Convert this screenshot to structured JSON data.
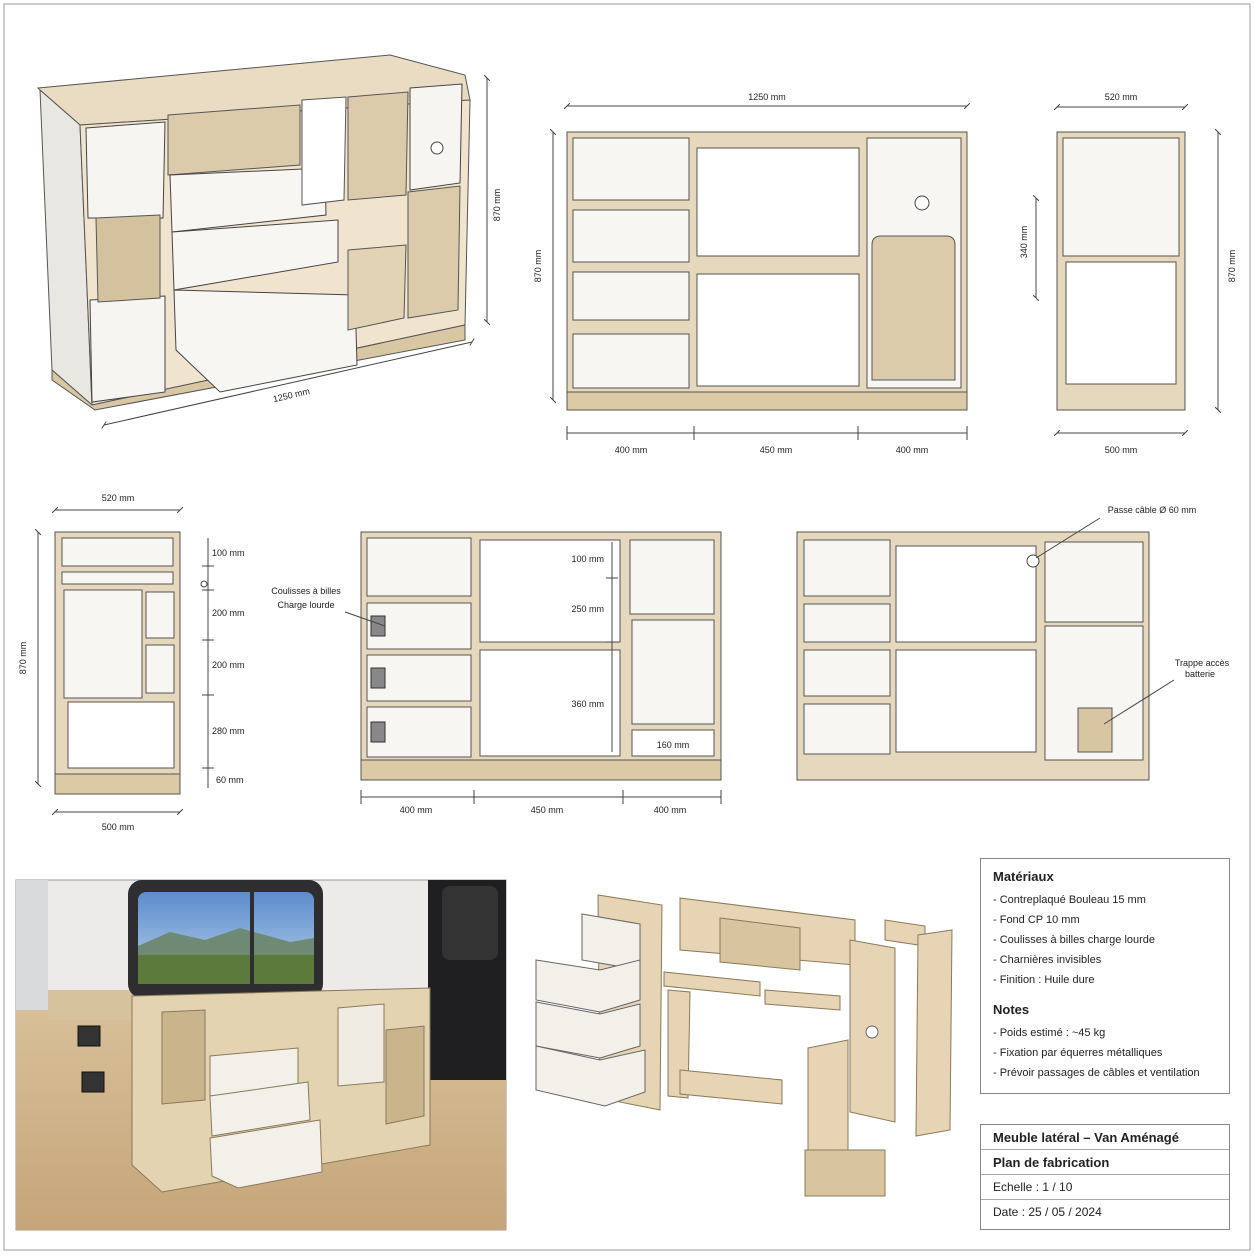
{
  "views": {
    "iso": {
      "width_dim": "1250 mm",
      "height_dim": "870 mm"
    },
    "front": {
      "width_dim": "1250 mm",
      "height_dim": "870 mm",
      "col1": "400 mm",
      "col2": "450 mm",
      "col3": "400 mm"
    },
    "side": {
      "depth_top": "520 mm",
      "height_dim": "870 mm",
      "inner_dim": "340 mm",
      "depth_bottom": "500 mm"
    },
    "section_side": {
      "depth_top": "520 mm",
      "height_dim": "870 mm",
      "depth_bottom": "500 mm",
      "d1": "100 mm",
      "d2": "200 mm",
      "d3": "200 mm",
      "d4": "280 mm",
      "d5": "60 mm"
    },
    "section_front": {
      "note_line1": "Coulisses à billes",
      "note_line2": "Charge lourde",
      "d1": "100 mm",
      "d2": "250 mm",
      "d3": "360 mm",
      "d4": "160 mm",
      "col1": "400 mm",
      "col2": "450 mm",
      "col3": "400 mm"
    },
    "back": {
      "cable_note": "Passe câble Ø 60 mm",
      "hatch_line1": "Trappe accès",
      "hatch_line2": "batterie"
    }
  },
  "materials": {
    "title": "Matériaux",
    "items": [
      "- Contreplaqué Bouleau 15 mm",
      "- Fond CP 10 mm",
      "- Coulisses à billes charge lourde",
      "- Charnières invisibles",
      "- Finition : Huile dure"
    ]
  },
  "notes": {
    "title": "Notes",
    "items": [
      "- Poids estimé : ~45 kg",
      "- Fixation par équerres métalliques",
      "- Prévoir passages de câbles et ventilation"
    ]
  },
  "cartouche": {
    "title": "Meuble latéral – Van Aménagé",
    "subtitle": "Plan de fabrication",
    "scale": "Echelle : 1 / 10",
    "date": "Date : 25 / 05 / 2024"
  },
  "colors": {
    "wood": "#e6d8bd",
    "panel": "#f7f6f3",
    "line": "#3a3a3a",
    "frame": "#888888"
  }
}
